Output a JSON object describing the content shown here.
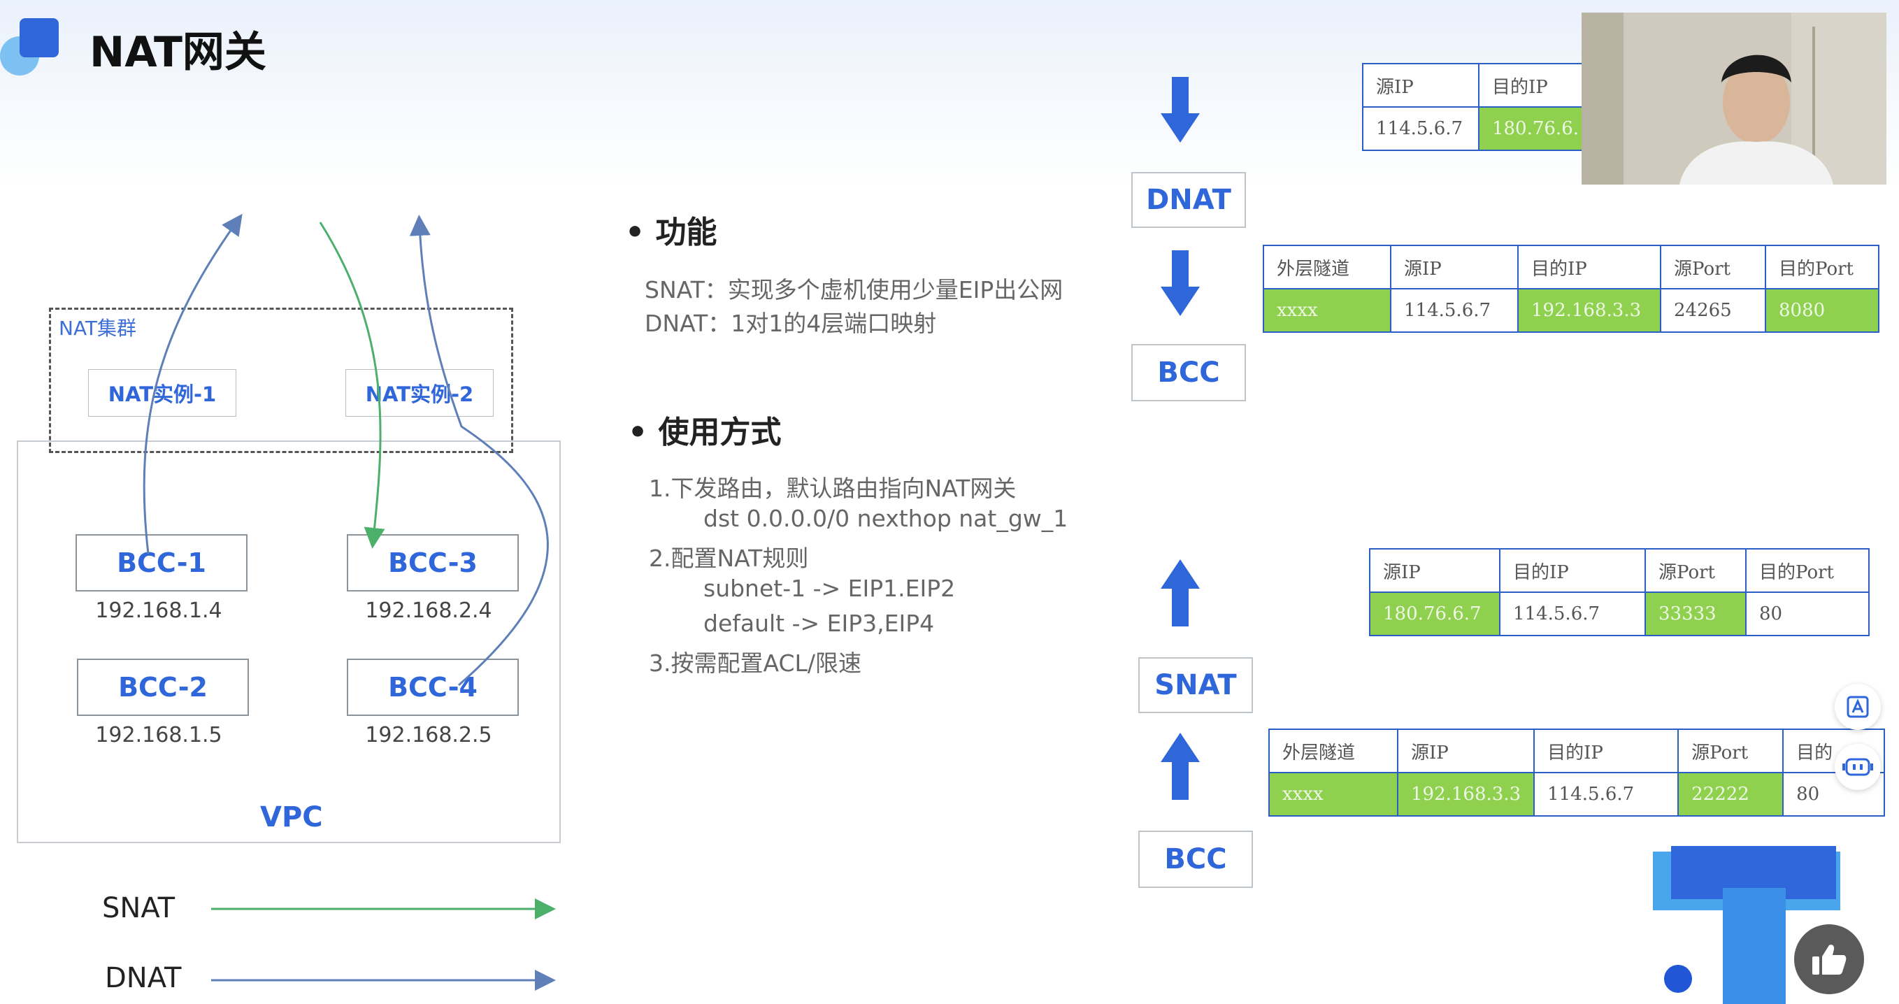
{
  "title": "NAT网关",
  "diagram": {
    "cluster_label": "NAT集群",
    "nat_instances": [
      "NAT实例-1",
      "NAT实例-2"
    ],
    "bccs": [
      {
        "label": "BCC-1",
        "ip": "192.168.1.4"
      },
      {
        "label": "BCC-3",
        "ip": "192.168.2.4"
      },
      {
        "label": "BCC-2",
        "ip": "192.168.1.5"
      },
      {
        "label": "BCC-4",
        "ip": "192.168.2.5"
      }
    ],
    "vpc_label": "VPC",
    "legend": [
      {
        "label": "SNAT",
        "color": "#4caf6a"
      },
      {
        "label": "DNAT",
        "color": "#5f7fb8"
      }
    ]
  },
  "features": {
    "heading": "功能",
    "lines": [
      "SNAT：实现多个虚机使用少量EIP出公网",
      "DNAT：1对1的4层端口映射"
    ]
  },
  "usage": {
    "heading": "使用方式",
    "lines": [
      "1.下发路由，默认路由指向NAT网关",
      "dst 0.0.0.0/0 nexthop  nat_gw_1",
      "2.配置NAT规则",
      "subnet-1 -> EIP1.EIP2",
      "default -> EIP3,EIP4",
      "3.按需配置ACL/限速"
    ]
  },
  "flow": {
    "dnat_label": "DNAT",
    "bcc_label_1": "BCC",
    "snat_label": "SNAT",
    "bcc_label_2": "BCC"
  },
  "tables": {
    "t1": {
      "headers": [
        "源IP",
        "目的IP"
      ],
      "cells": [
        "114.5.6.7",
        "180.76.6."
      ]
    },
    "t2": {
      "headers": [
        "外层隧道",
        "源IP",
        "目的IP",
        "源Port",
        "目的Port"
      ],
      "cells": [
        "xxxx",
        "114.5.6.7",
        "192.168.3.3",
        "24265",
        "8080"
      ]
    },
    "t3": {
      "headers": [
        "源IP",
        "目的IP",
        "源Port",
        "目的Port"
      ],
      "cells": [
        "180.76.6.7",
        "114.5.6.7",
        "33333",
        "80"
      ]
    },
    "t4": {
      "headers": [
        "外层隧道",
        "源IP",
        "目的IP",
        "源Port",
        "目的"
      ],
      "cells": [
        "xxxx",
        "192.168.3.3",
        "114.5.6.7",
        "22222",
        "80"
      ]
    }
  },
  "colors": {
    "accent": "#2f66d9",
    "green_cell": "#8fd14f",
    "table_border": "#2a5fc8"
  }
}
